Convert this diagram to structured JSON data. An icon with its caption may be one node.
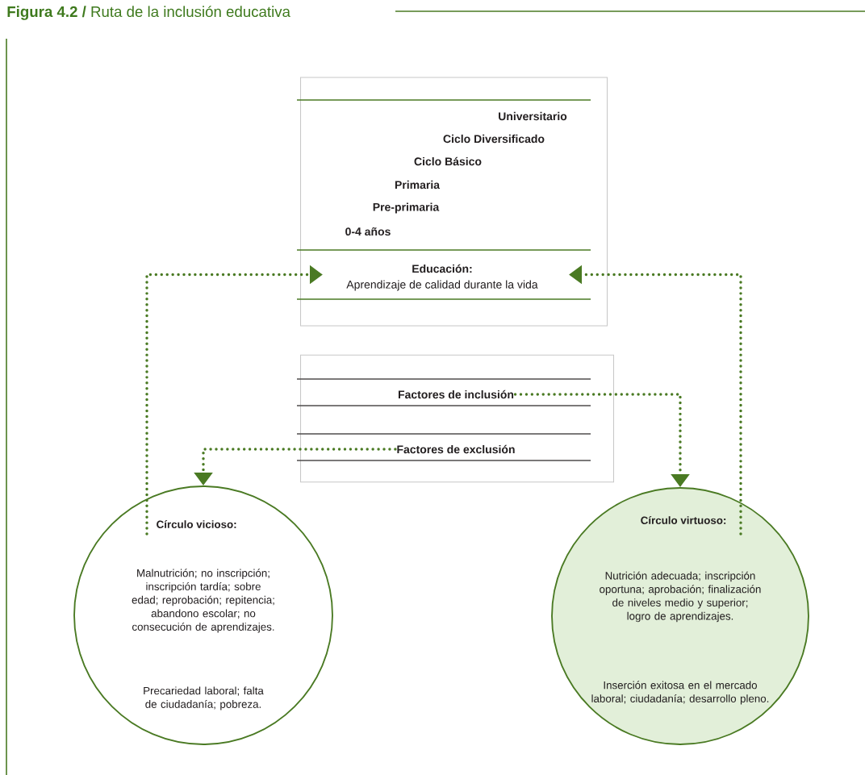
{
  "diagram": {
    "title": "**Figura 4.2 /** Ruta de la inclusión educativa",
    "nodes": [
      {
        "text": [
          "Universitario",
          "Ciclo Diversificado",
          "Ciclo Básico",
          "Primaria",
          "Pre-primaria",
          "0-4 años",
          "Educación:",
          "Aprendizaje de calidad durante la vida"
        ]
      },
      {
        "text": [],
        "shape": "box"
      },
      {
        "text": [
          "Factores de inclusión"
        ],
        "in": 1
      },
      {
        "text": [
          "Factores de exclusión"
        ],
        "in": 1
      },
      {
        "text": [
          "Círculo vicioso:",
          "Malnutrición; no inscripción; inscripción tardía; sobre edad; reprobación; repitencia; abandono escolar; no consecución de aprendizajes.",
          "Precariedad laboral; falta de ciudadanía; pobreza."
        ]
      },
      {
        "text": [
          "Círculo virtuoso:",
          "Nutrición adecuada; inscripción oportuna; aprobación; finalización de niveles medio y superior; logro de aprendizajes.",
          "Inserción exitosa en el mercado laboral; ciudadanía; desarrollo pleno."
        ]
      }
    ],
    "edges": [
      {
        "from": 3,
        "to": 4,
        "arrow": "to"
      },
      {
        "from": 2,
        "to": 5,
        "arrow": "to"
      },
      {
        "from": 4,
        "to": 0,
        "arrow": "to"
      },
      {
        "from": 5,
        "to": 0,
        "arrow": "to"
      }
    ]
  }
}
